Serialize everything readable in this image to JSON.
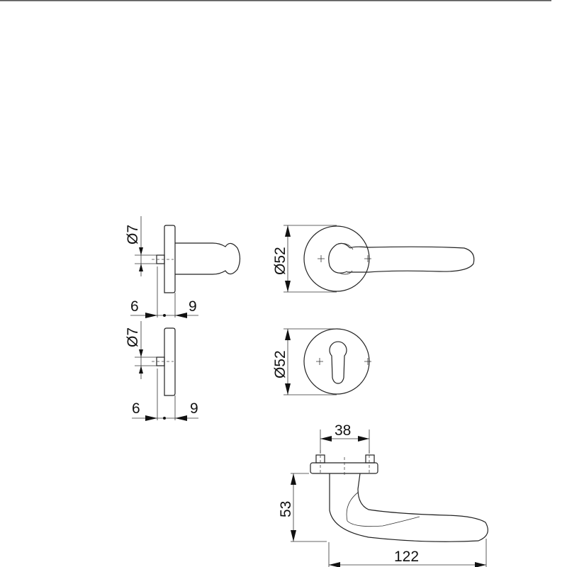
{
  "drawing": {
    "side_view_top": {
      "spindle_diameter": "Ø7",
      "left_offset": "6",
      "right_offset": "9"
    },
    "side_view_bottom": {
      "spindle_diameter": "Ø7",
      "left_offset": "6",
      "right_offset": "9"
    },
    "front_view_lever": {
      "rose_diameter": "Ø52"
    },
    "front_view_escutcheon": {
      "rose_diameter": "Ø52"
    },
    "top_view": {
      "screw_spacing": "38",
      "projection": "53",
      "lever_length": "122"
    }
  }
}
